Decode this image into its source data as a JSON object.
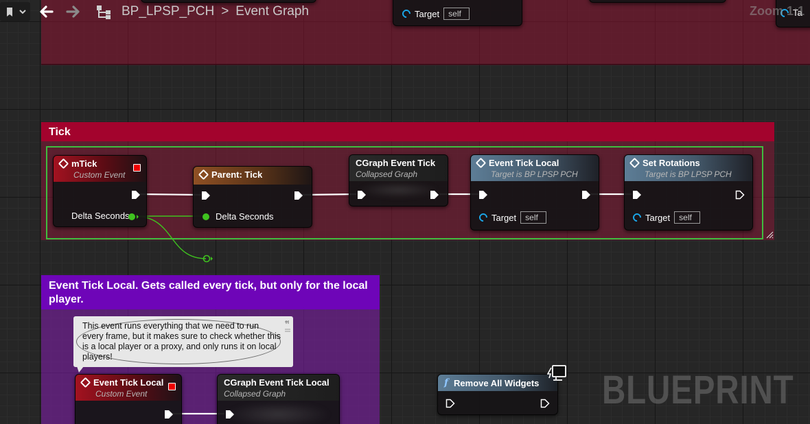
{
  "toolbar": {
    "bookmark_label": "bookmark-icon",
    "breadcrumb_blueprint": "BP_LPSP_PCH",
    "breadcrumb_separator": ">",
    "breadcrumb_graph": "Event Graph",
    "zoom": "Zoom 1:1"
  },
  "top_partial": {
    "target_label": "Target",
    "target_value": "self",
    "right_label": "Ta"
  },
  "tick_comment": {
    "title": "Tick"
  },
  "local_comment": {
    "title": "Event Tick Local. Gets called every tick, but only for the local player."
  },
  "bubble_comment": {
    "text": "This event runs everything that we need to run every frame, but it makes sure to check whether this is a local player or a proxy, and only runs it on local players!"
  },
  "nodes": {
    "mtick": {
      "title": "mTick",
      "subtitle": "Custom Event",
      "pin": "Delta Seconds"
    },
    "parent_tick": {
      "title": "Parent: Tick",
      "pin": "Delta Seconds"
    },
    "cgraph_tick": {
      "title": "CGraph Event Tick",
      "subtitle": "Collapsed Graph"
    },
    "event_tick_local_call": {
      "title": "Event Tick Local",
      "subtitle": "Target is BP LPSP PCH",
      "target_label": "Target",
      "target_value": "self"
    },
    "set_rotations": {
      "title": "Set Rotations",
      "subtitle": "Target is BP LPSP PCH",
      "target_label": "Target",
      "target_value": "self"
    },
    "event_tick_local": {
      "title": "Event Tick Local",
      "subtitle": "Custom Event"
    },
    "cgraph_tick_local": {
      "title": "CGraph Event Tick Local",
      "subtitle": "Collapsed Graph"
    },
    "remove_widgets": {
      "badge": "f",
      "title": "Remove All Widgets"
    }
  },
  "watermark": "BLUEPRINT",
  "colors": {
    "exec_wire": "#ffffff",
    "float_wire": "#3fc21f",
    "selection": "#3fbd3f",
    "tick_comment": "#a3032d",
    "local_comment": "#6e05b8",
    "target_pin": "#1aa5e6"
  }
}
